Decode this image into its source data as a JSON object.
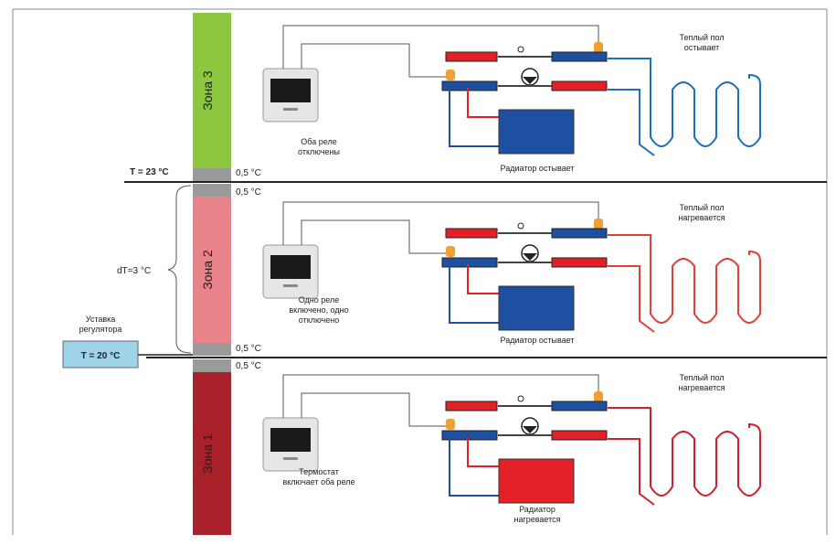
{
  "zones": [
    {
      "label": "Зона 3",
      "color": "#8dc63f"
    },
    {
      "label": "Зона 2",
      "color": "#e8838a"
    },
    {
      "label": "Зона 1",
      "color": "#a8202a"
    }
  ],
  "hysteresis_labels": [
    "0,5 °C",
    "0,5 °C",
    "0,5 °C",
    "0,5 °C"
  ],
  "threshold_label": "T = 23 °C",
  "delta_label": "dT=3 °C",
  "setpoint": {
    "caption_lines": [
      "Уставка",
      "регулятора"
    ],
    "value": "T = 20 °C",
    "color": "#9fd3ea"
  },
  "units": [
    {
      "thermostat_caption": [
        "Оба реле",
        "отключены"
      ],
      "floor_caption": [
        "Теплый пол",
        "остывает"
      ],
      "radiator_caption": [
        "Радиатор остывает"
      ],
      "radiator_color": "#1f4fa0",
      "floor_color": "#1f6fc0"
    },
    {
      "thermostat_caption": [
        "Одно реле",
        "включено, одно",
        "отключено"
      ],
      "floor_caption": [
        "Теплый пол",
        "нагревается"
      ],
      "radiator_caption": [
        "Радиатор остывает"
      ],
      "radiator_color": "#1f4fa0",
      "floor_color": "#e0403a"
    },
    {
      "thermostat_caption": [
        "Термостат",
        "включает оба реле"
      ],
      "floor_caption": [
        "Теплый пол",
        "нагревается"
      ],
      "radiator_caption": [
        "Радиатор",
        "нагревается"
      ],
      "radiator_color": "#e32028",
      "floor_color": "#d02030"
    }
  ],
  "colors": {
    "hot_pipe": "#e32028",
    "cold_pipe": "#1f4fa0",
    "sensor": "#f0a030",
    "wire": "#555555"
  }
}
